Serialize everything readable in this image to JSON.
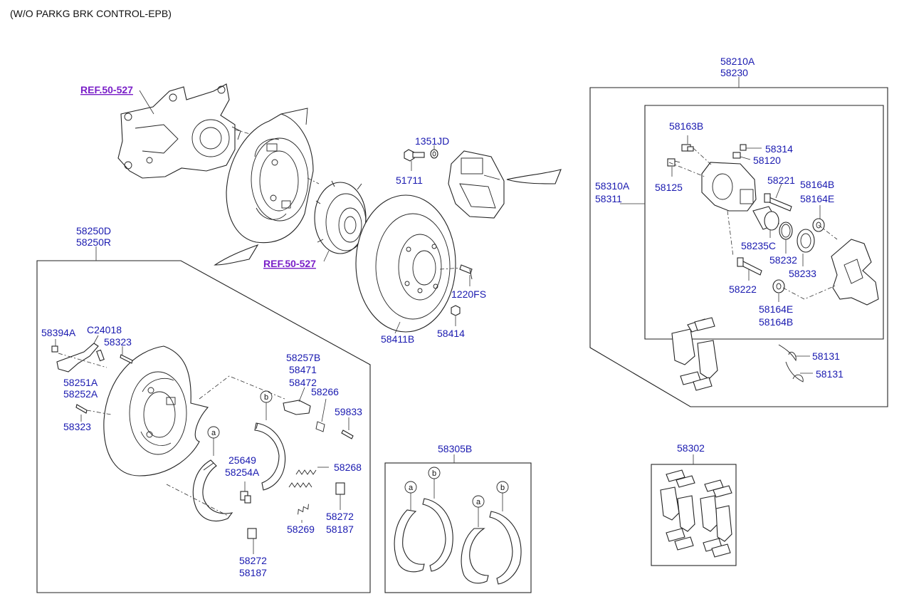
{
  "header": "(W/O PARKG BRK CONTROL-EPB)",
  "refs": {
    "knuckle": "REF.50-527",
    "hub": "REF.50-527"
  },
  "markers": {
    "a": "a",
    "b": "b"
  },
  "labels": {
    "l1351jd": "1351JD",
    "l51711": "51711",
    "l1220fs": "1220FS",
    "l58414": "58414",
    "l58411b": "58411B",
    "l58210a": "58210A",
    "l58230": "58230",
    "l58163b": "58163B",
    "l58314": "58314",
    "l58120": "58120",
    "l58221": "58221",
    "l58164b_top": "58164B",
    "l58164e_top": "58164E",
    "l58310a": "58310A",
    "l58311": "58311",
    "l58125": "58125",
    "l58235c": "58235C",
    "l58232": "58232",
    "l58233": "58233",
    "l58222": "58222",
    "l58164e_low": "58164E",
    "l58164b_low": "58164B",
    "l58131": "58131",
    "l58250d": "58250D",
    "l58250r": "58250R",
    "l58394a": "58394A",
    "lc24018": "C24018",
    "l58323": "58323",
    "l58251a": "58251A",
    "l58252a": "58252A",
    "l58257b": "58257B",
    "l58471": "58471",
    "l58472": "58472",
    "l58266": "58266",
    "l59833": "59833",
    "l25649": "25649",
    "l58254a": "58254A",
    "l58268": "58268",
    "l58272": "58272",
    "l58187": "58187",
    "l58269": "58269",
    "l58305b": "58305B",
    "l58302": "58302"
  },
  "colors": {
    "label": "#1a1ab0",
    "ref": "#7a1fc8",
    "line": "#222222"
  }
}
